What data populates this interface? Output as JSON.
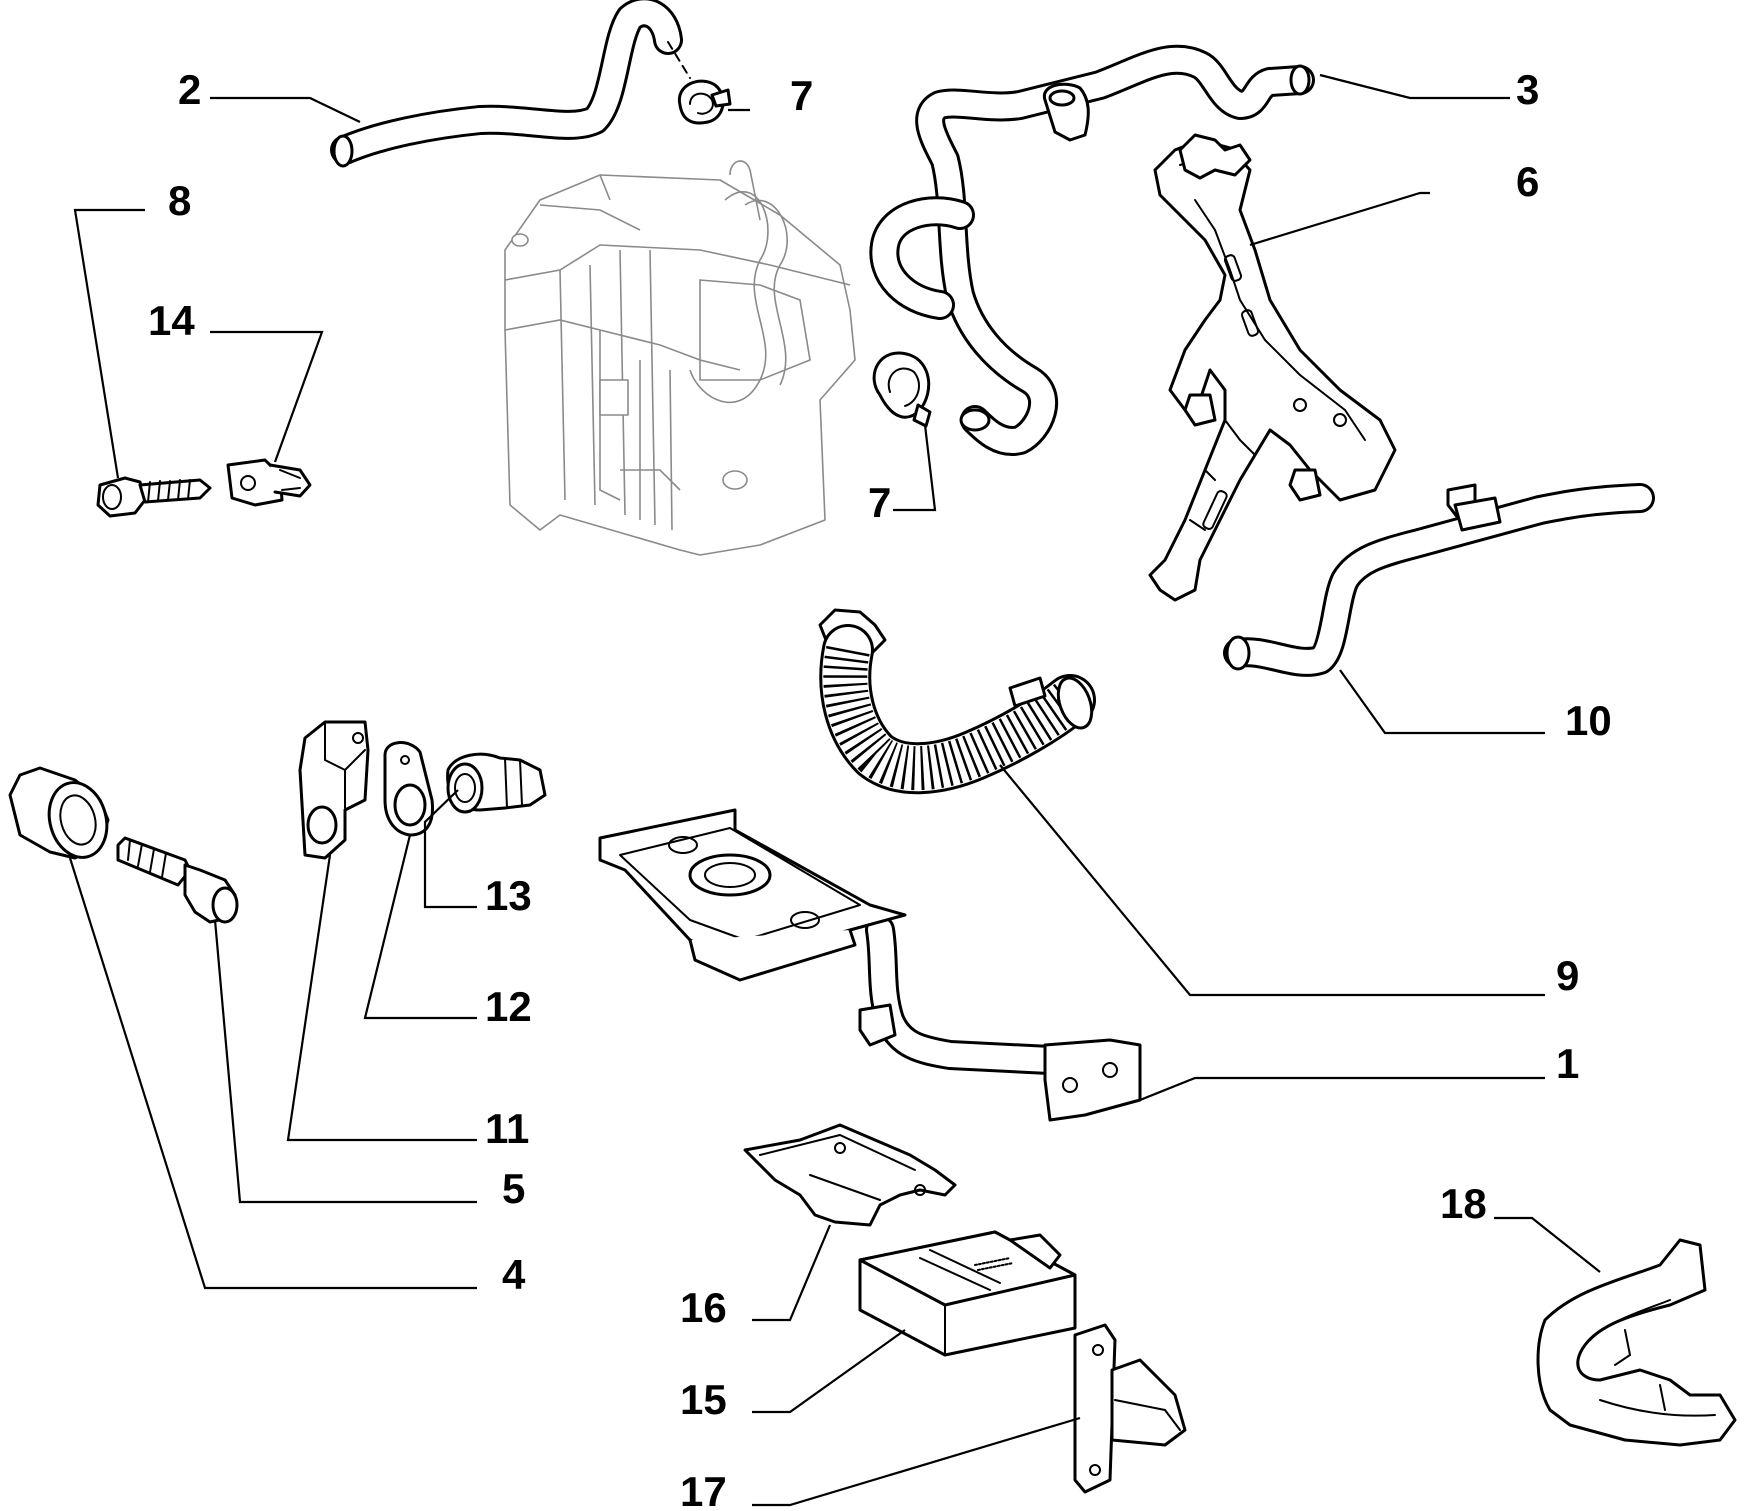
{
  "diagram": {
    "callouts": [
      {
        "id": "c2",
        "label": "2"
      },
      {
        "id": "c7a",
        "label": "7"
      },
      {
        "id": "c3",
        "label": "3"
      },
      {
        "id": "c6",
        "label": "6"
      },
      {
        "id": "c8",
        "label": "8"
      },
      {
        "id": "c14",
        "label": "14"
      },
      {
        "id": "c7b",
        "label": "7"
      },
      {
        "id": "c10",
        "label": "10"
      },
      {
        "id": "c13",
        "label": "13"
      },
      {
        "id": "c12",
        "label": "12"
      },
      {
        "id": "c9",
        "label": "9"
      },
      {
        "id": "c1",
        "label": "1"
      },
      {
        "id": "c11",
        "label": "11"
      },
      {
        "id": "c5",
        "label": "5"
      },
      {
        "id": "c4",
        "label": "4"
      },
      {
        "id": "c18",
        "label": "18"
      },
      {
        "id": "c16",
        "label": "16"
      },
      {
        "id": "c15",
        "label": "15"
      },
      {
        "id": "c17",
        "label": "17"
      }
    ]
  }
}
